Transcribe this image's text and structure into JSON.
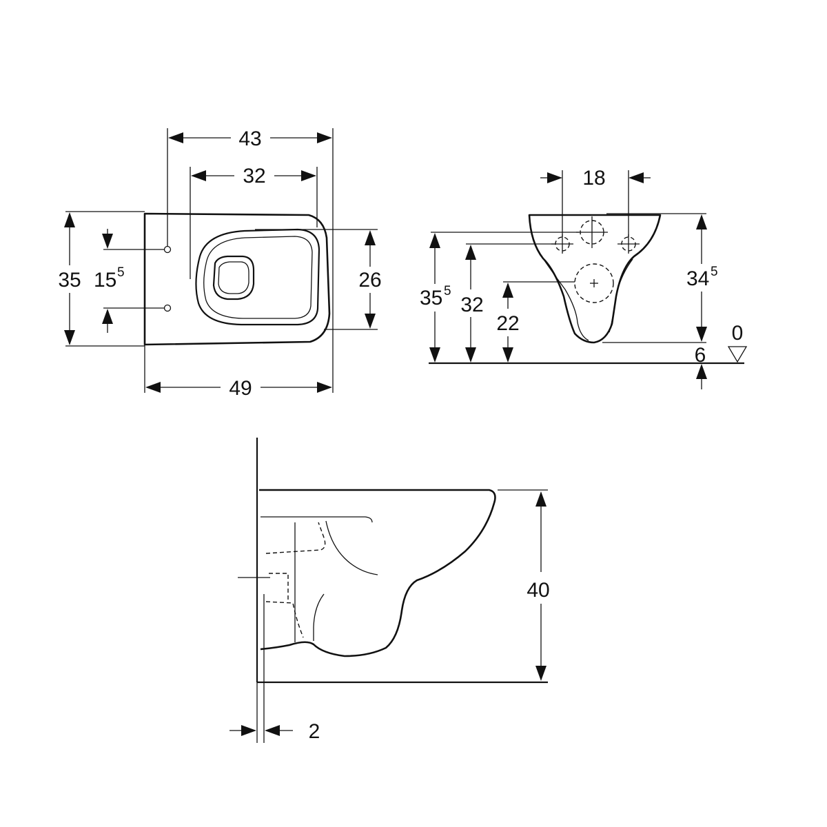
{
  "top_view": {
    "width_43": "43",
    "seat_width_32": "32",
    "depth_49": "49",
    "height_35": "35",
    "fix_spacing": "15",
    "fix_spacing_sup": "5",
    "seat_depth_26": "26"
  },
  "front_view": {
    "bolt_spacing_18": "18",
    "height_35": "35",
    "height_35_sup": "5",
    "fix_height_32": "32",
    "outlet_height_22": "22",
    "height_34": "34",
    "height_34_sup": "5",
    "level_0": "0",
    "gap_6": "6"
  },
  "side_view": {
    "height_40": "40",
    "wall_gap_2": "2"
  }
}
